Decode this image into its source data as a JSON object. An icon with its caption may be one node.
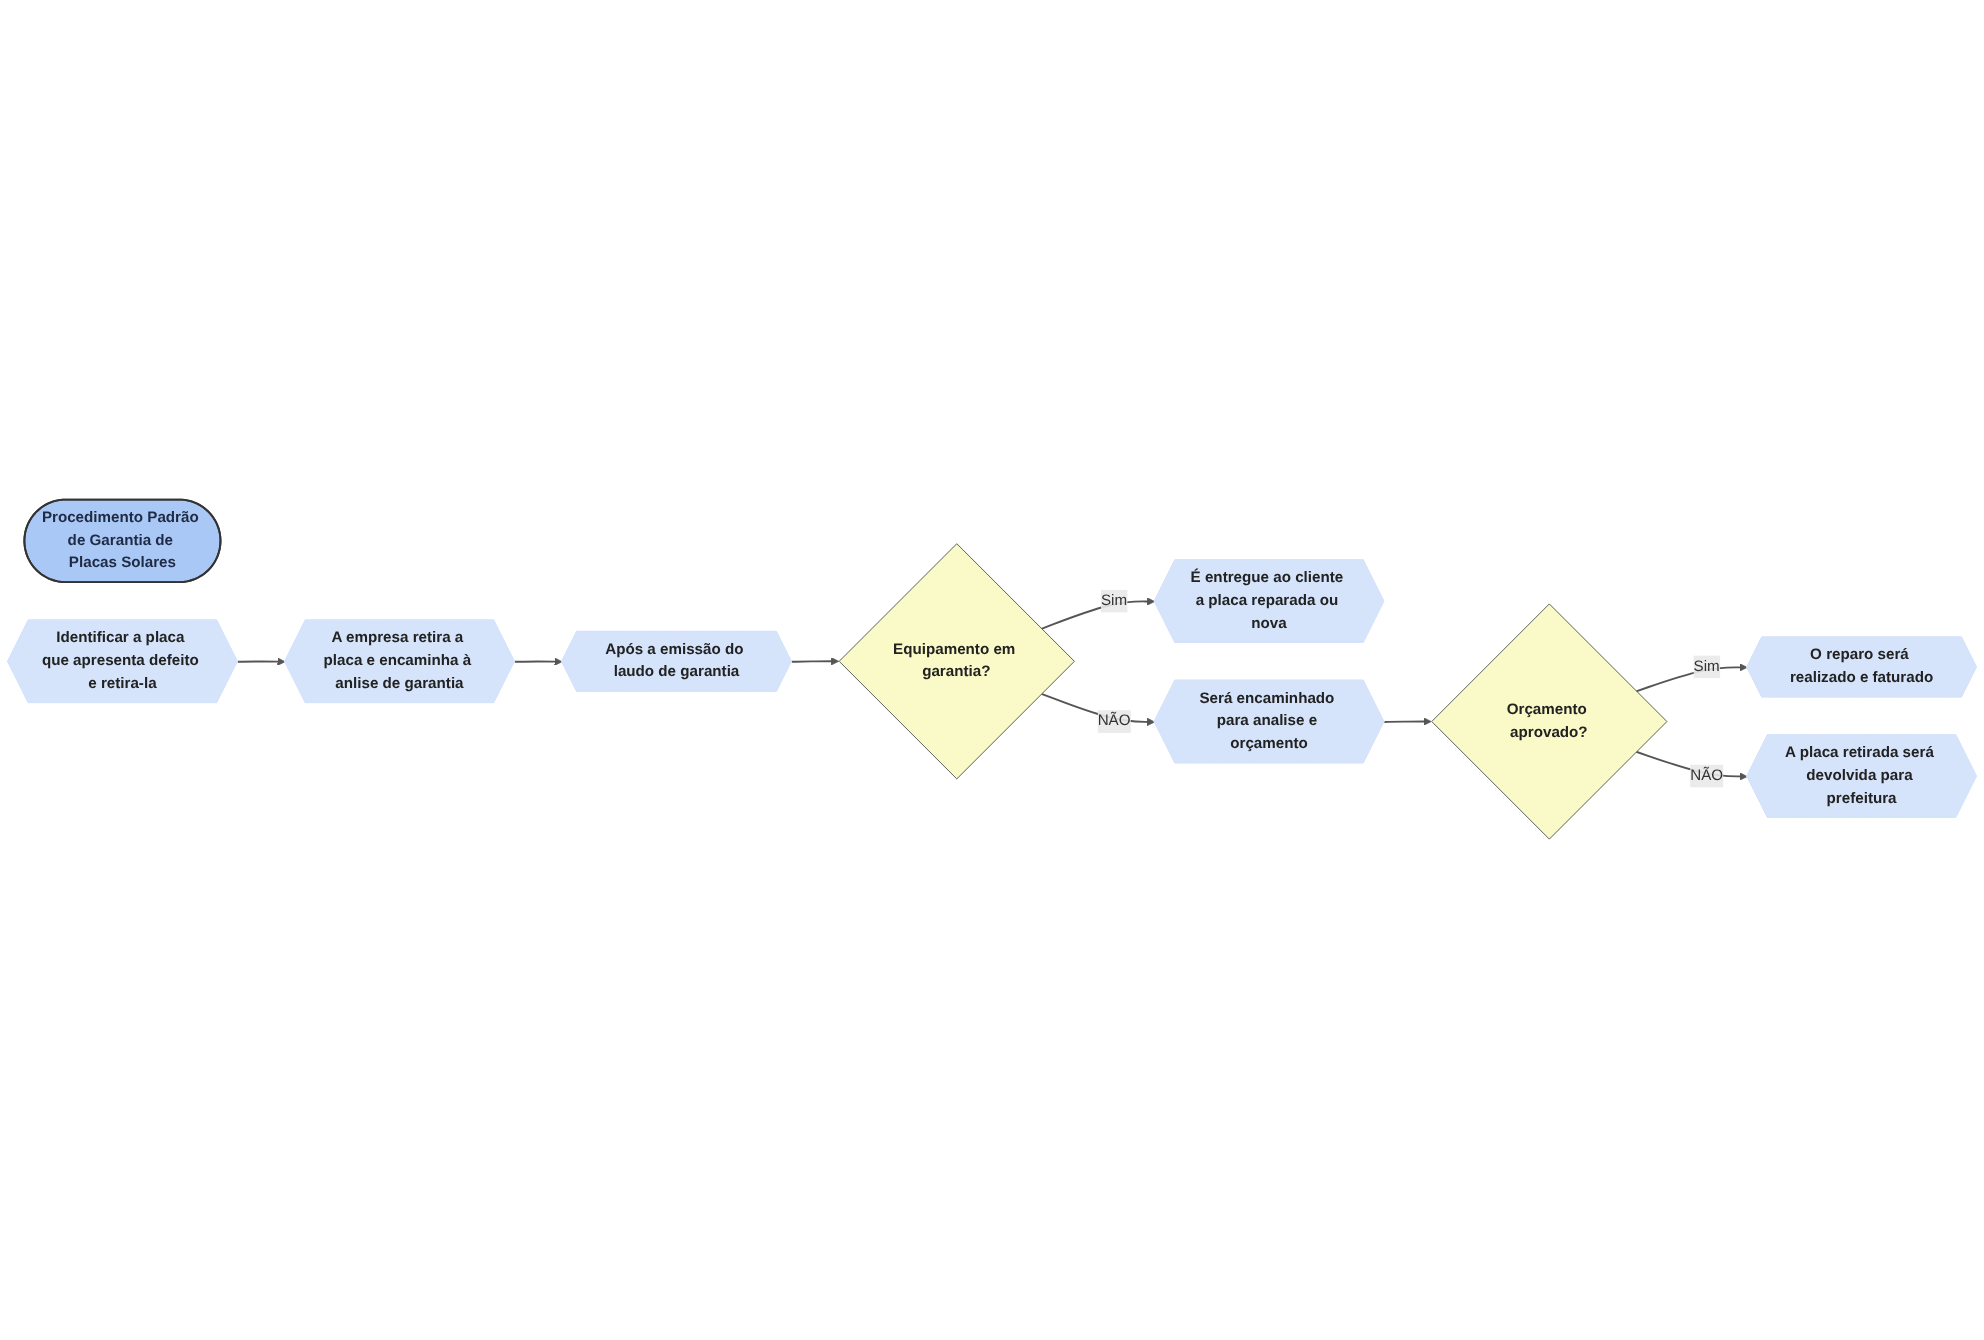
{
  "diagram": {
    "nodes": [
      {
        "text": [
          "Procedimento Padrão de Garantia de Placas Solares"
        ]
      },
      {
        "text": [
          "Identificar a placa que apresenta defeito e retira-la"
        ]
      },
      {
        "text": [
          "A empresa retira a placa e encaminha à anlise de garantia"
        ]
      },
      {
        "text": [
          "Após a emissão do laudo de garantia"
        ]
      },
      {
        "text": [
          "Equipamento em garantia?"
        ]
      },
      {
        "text": [
          "É entregue ao cliente a placa reparada ou nova"
        ]
      },
      {
        "text": [
          "Será encaminhado para analise e orçamento"
        ]
      },
      {
        "text": [
          "Orçamento aprovado?"
        ]
      },
      {
        "text": [
          "O reparo será realizado e faturado"
        ]
      },
      {
        "text": [
          "A placa retirada será devolvida para prefeitura"
        ]
      }
    ],
    "edges": [
      {
        "from": 1,
        "to": 2,
        "arrow": "to"
      },
      {
        "from": 2,
        "to": 3,
        "arrow": "to"
      },
      {
        "from": 3,
        "to": 4,
        "arrow": "to"
      },
      {
        "from": 4,
        "to": 5,
        "arrow": "to",
        "label": "Sim"
      },
      {
        "from": 4,
        "to": 6,
        "arrow": "to",
        "label": "NÃO"
      },
      {
        "from": 6,
        "to": 7,
        "arrow": "to"
      },
      {
        "from": 7,
        "to": 8,
        "arrow": "to",
        "label": "Sim"
      },
      {
        "from": 7,
        "to": 9,
        "arrow": "to",
        "label": "NÃO"
      }
    ]
  }
}
